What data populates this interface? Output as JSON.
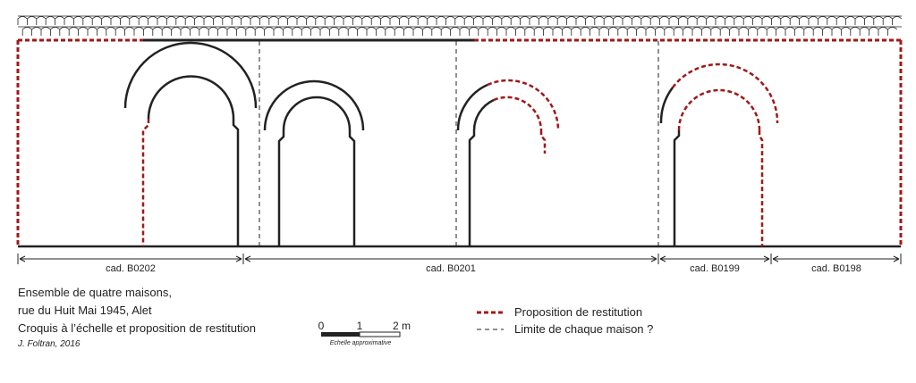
{
  "colors": {
    "ink": "#222222",
    "restitution": "#a01818"
  },
  "parcels": [
    {
      "label": "cad. B0202"
    },
    {
      "label": "cad. B0201"
    },
    {
      "label": "cad. B0199"
    },
    {
      "label": "cad. B0198"
    }
  ],
  "caption": {
    "line1": "Ensemble de quatre maisons,",
    "line2": "rue du Huit Mai 1945, Alet",
    "line3": "Croquis à l’échelle et proposition de restitution",
    "author": "J. Foltran, 2016"
  },
  "scale_bar": {
    "tick0": "0",
    "tick1": "1",
    "tick2": "2 m",
    "note": "Echelle approximative"
  },
  "legend": {
    "restitution": "Proposition de restitution",
    "house_limit": "Limite de chaque maison ?"
  }
}
